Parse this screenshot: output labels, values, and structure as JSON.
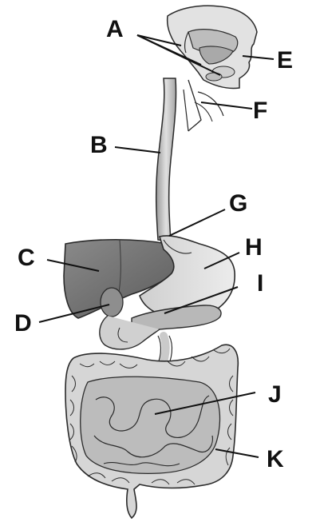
{
  "labels": {
    "A": "A",
    "B": "B",
    "C": "C",
    "D": "D",
    "E": "E",
    "F": "F",
    "G": "G",
    "H": "H",
    "I": "I",
    "J": "J",
    "K": "K"
  },
  "colors": {
    "outline": "#2a2a2a",
    "organ_light": "#d9d9d9",
    "organ_mid": "#b5b5b5",
    "organ_dark": "#6e6e6e",
    "leader": "#111111"
  }
}
